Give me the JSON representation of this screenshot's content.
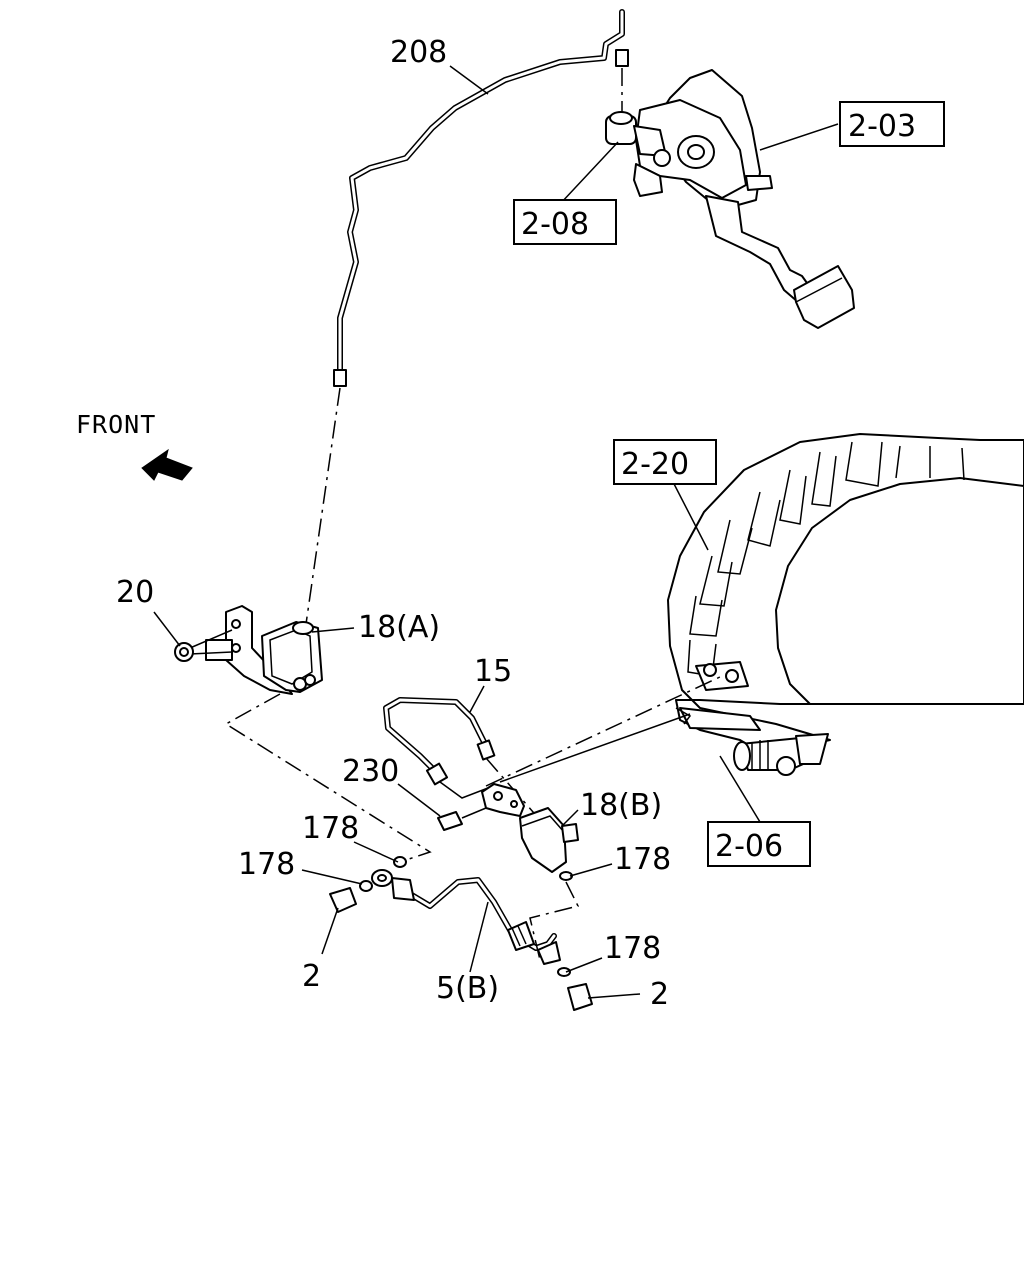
{
  "direction_label": "FRONT",
  "ref_boxes": {
    "b203": "2-03",
    "b208": "2-08",
    "b220": "2-20",
    "b206": "2-06"
  },
  "callouts": {
    "p208": "208",
    "p20": "20",
    "p18a": "18(A)",
    "p15": "15",
    "p230": "230",
    "p18b": "18(B)",
    "p178_a": "178",
    "p178_b": "178",
    "p178_c": "178",
    "p178_d": "178",
    "p2_left": "2",
    "p2_right": "2",
    "p5b": "5(B)"
  }
}
